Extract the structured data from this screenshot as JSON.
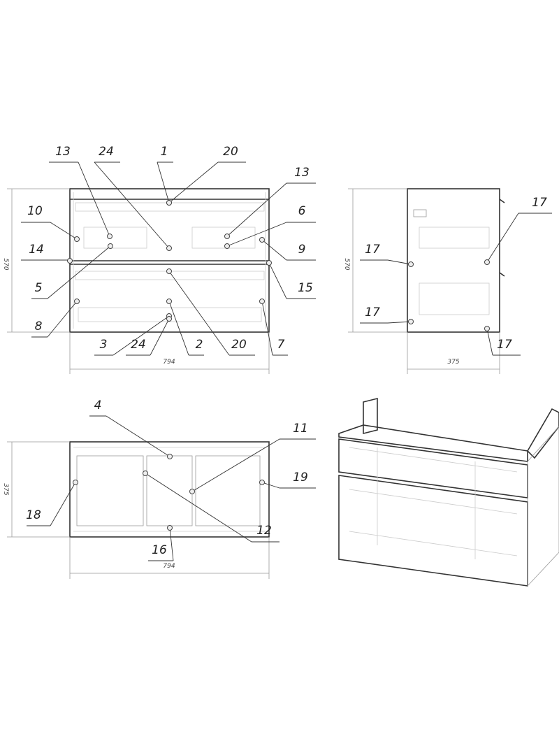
{
  "front_view": {
    "callouts": [
      "13",
      "24",
      "1",
      "20",
      "13",
      "10",
      "6",
      "14",
      "9",
      "5",
      "15",
      "8",
      "3",
      "24",
      "2",
      "20",
      "7"
    ],
    "dim_height": "570",
    "dim_width": "794"
  },
  "side_view": {
    "callouts": [
      "17",
      "17",
      "17",
      "17"
    ],
    "dim_height": "570",
    "dim_depth": "375"
  },
  "top_view": {
    "callouts": [
      "4",
      "11",
      "19",
      "18",
      "16",
      "12"
    ],
    "dim_depth": "375",
    "dim_width": "794"
  }
}
